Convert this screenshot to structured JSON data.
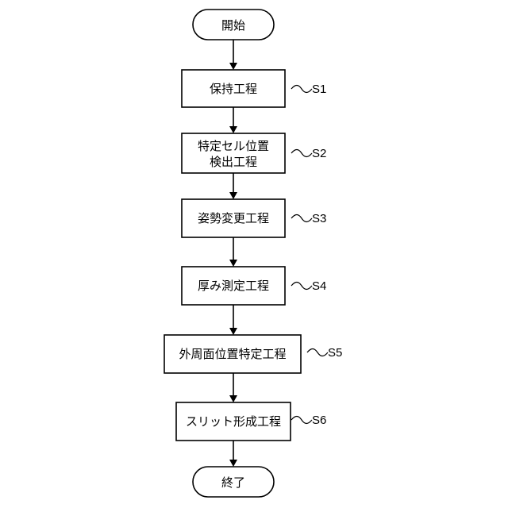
{
  "flowchart": {
    "start": {
      "text": "開始"
    },
    "end": {
      "text": "終了"
    },
    "steps": [
      {
        "id": "S1",
        "lines": [
          "保持工程"
        ]
      },
      {
        "id": "S2",
        "lines": [
          "特定セル位置",
          "検出工程"
        ]
      },
      {
        "id": "S3",
        "lines": [
          "姿勢変更工程"
        ]
      },
      {
        "id": "S4",
        "lines": [
          "厚み測定工程"
        ]
      },
      {
        "id": "S5",
        "lines": [
          "外周面位置特定工程"
        ]
      },
      {
        "id": "S6",
        "lines": [
          "スリット形成工程"
        ]
      }
    ]
  }
}
